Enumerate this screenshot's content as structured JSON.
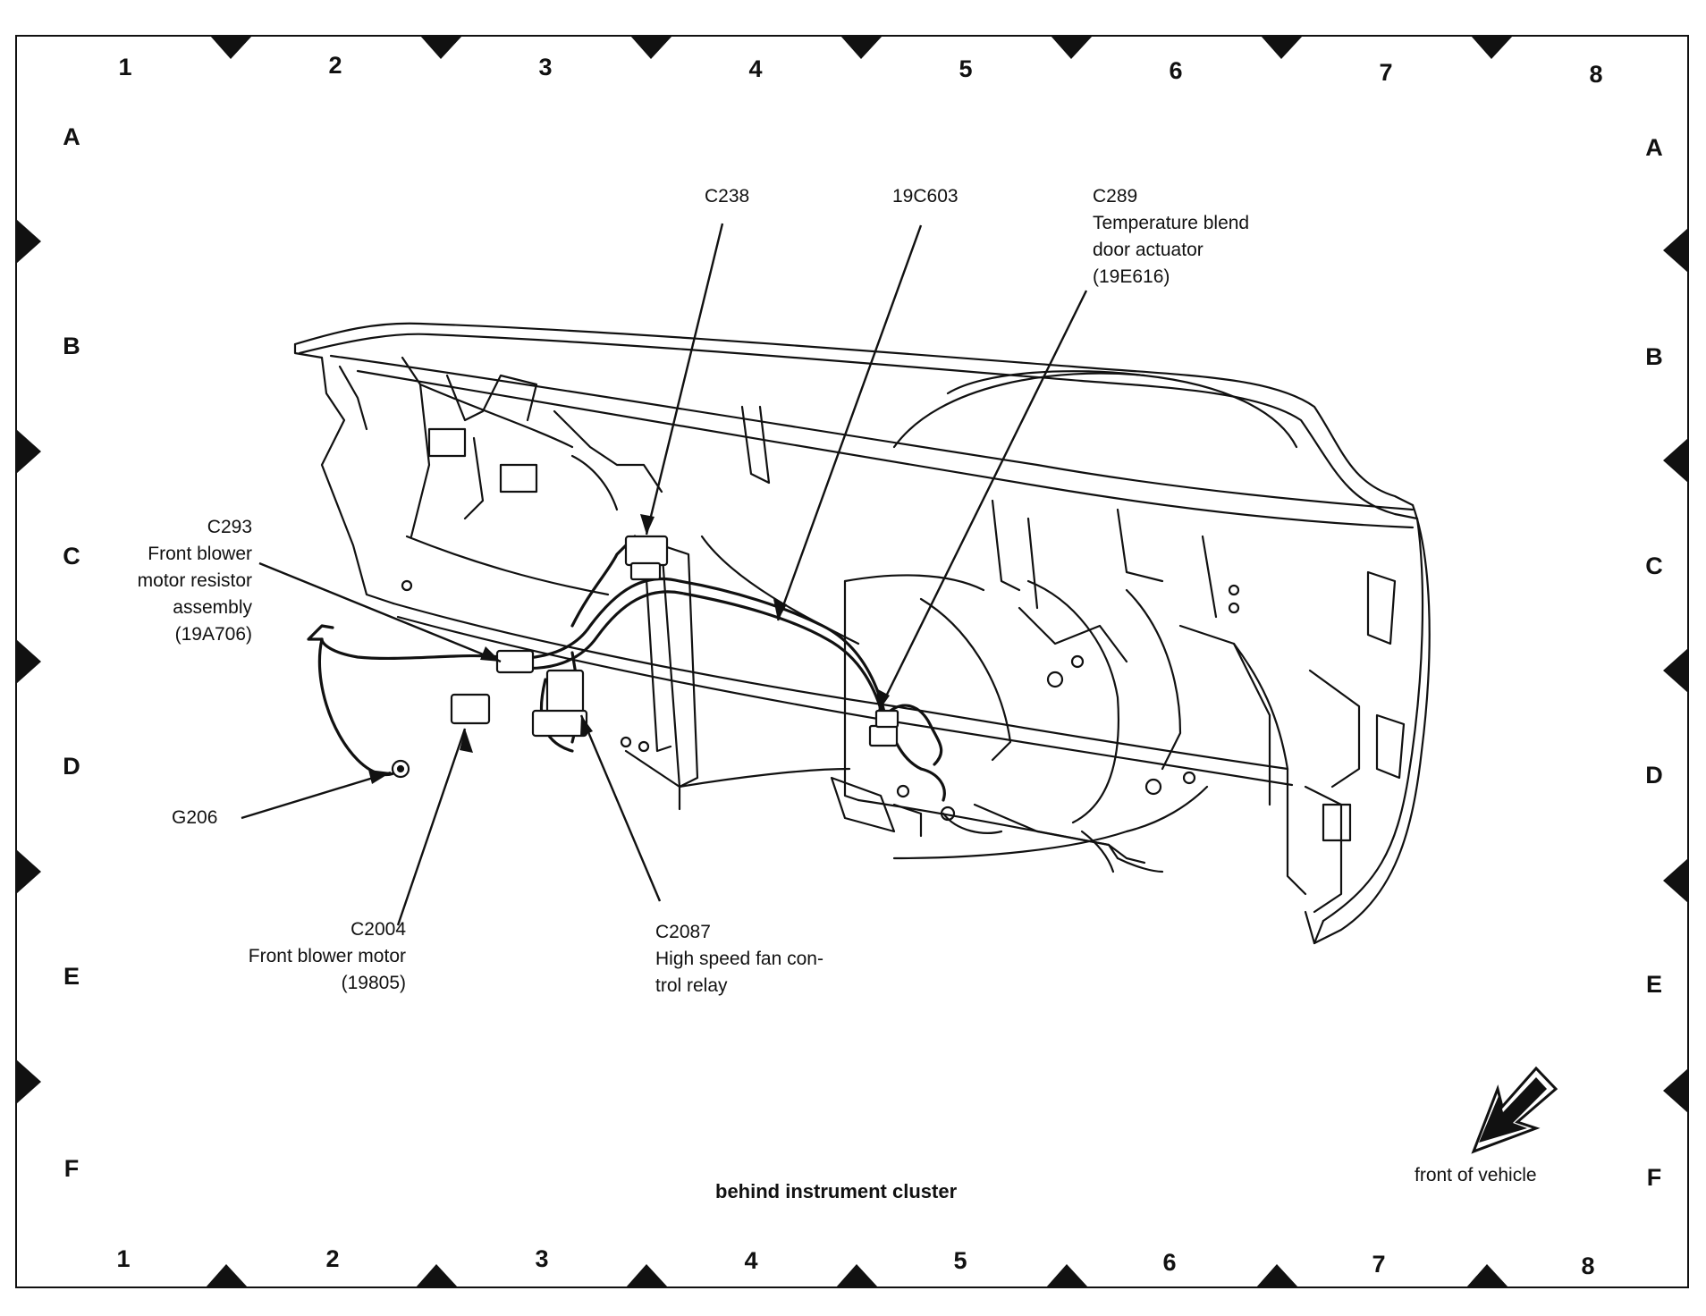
{
  "grid": {
    "columns": [
      "1",
      "2",
      "3",
      "4",
      "5",
      "6",
      "7",
      "8"
    ],
    "rows": [
      "A",
      "B",
      "C",
      "D",
      "E",
      "F"
    ]
  },
  "labels": {
    "c238": {
      "lines": [
        "C238"
      ]
    },
    "c19c603": {
      "lines": [
        "19C603"
      ]
    },
    "c289": {
      "lines": [
        "C289",
        "Temperature blend",
        "door actuator",
        "(19E616)"
      ]
    },
    "c293": {
      "lines": [
        "C293",
        "Front blower",
        "motor resistor",
        "assembly",
        "(19A706)"
      ]
    },
    "g206": {
      "lines": [
        "G206"
      ]
    },
    "c2004": {
      "lines": [
        "C2004",
        "Front blower motor",
        "(19805)"
      ]
    },
    "c2087": {
      "lines": [
        "C2087",
        "High speed fan con-",
        "trol relay"
      ]
    }
  },
  "caption": "behind instrument cluster",
  "orientation": "front of vehicle",
  "colors": {
    "line": "#111111",
    "background": "#ffffff"
  }
}
